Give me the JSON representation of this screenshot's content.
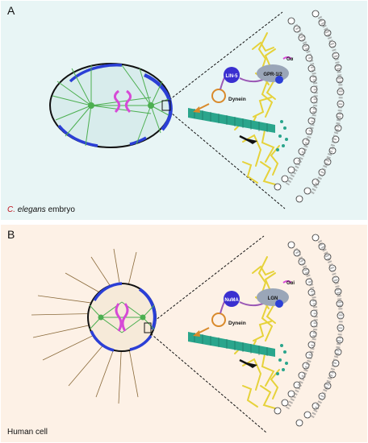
{
  "panel_a": {
    "letter": "A",
    "caption_c": "C.",
    "caption_elegans": "elegans",
    "caption_rest": " embryo",
    "labels": {
      "adaptor": "LIN-5",
      "gpr": "GPR-1/2",
      "galpha": "Gα",
      "dynein": "Dynein"
    }
  },
  "panel_b": {
    "letter": "B",
    "caption": "Human cell",
    "labels": {
      "adaptor": "NuMA",
      "gpr": "LGN",
      "galpha": "Gαi",
      "dynein": "Dynein"
    }
  },
  "colors": {
    "panel_a_bg": "#e8f5f5",
    "panel_b_bg": "#fdf1e6",
    "cortex_blue": "#2b3fd6",
    "spindle_green": "#4caf50",
    "chromosome_magenta": "#d64ad6",
    "actin_yellow": "#e6d23a",
    "microtubule_teal": "#2aa58c",
    "adaptor_blue": "#3a2fd0",
    "gpr_grey": "#9aa6b8",
    "dynein_orange": "#d98a2b"
  }
}
